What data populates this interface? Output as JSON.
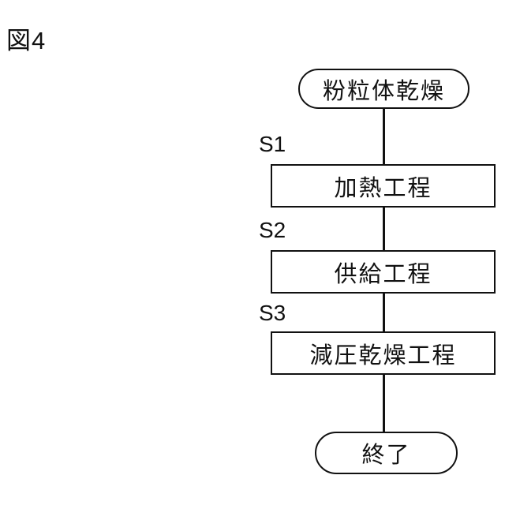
{
  "figure": {
    "title": "図4",
    "colors": {
      "line": "#111111",
      "background": "#ffffff"
    },
    "flowchart": {
      "type": "vertical-flow",
      "start": {
        "label": "粉粒体乾燥",
        "shape": "rounded"
      },
      "steps": [
        {
          "id": "S1",
          "label": "加熱工程",
          "shape": "rect"
        },
        {
          "id": "S2",
          "label": "供給工程",
          "shape": "rect"
        },
        {
          "id": "S3",
          "label": "減圧乾燥工程",
          "shape": "rect"
        }
      ],
      "end": {
        "label": "終了",
        "shape": "rounded"
      }
    }
  }
}
